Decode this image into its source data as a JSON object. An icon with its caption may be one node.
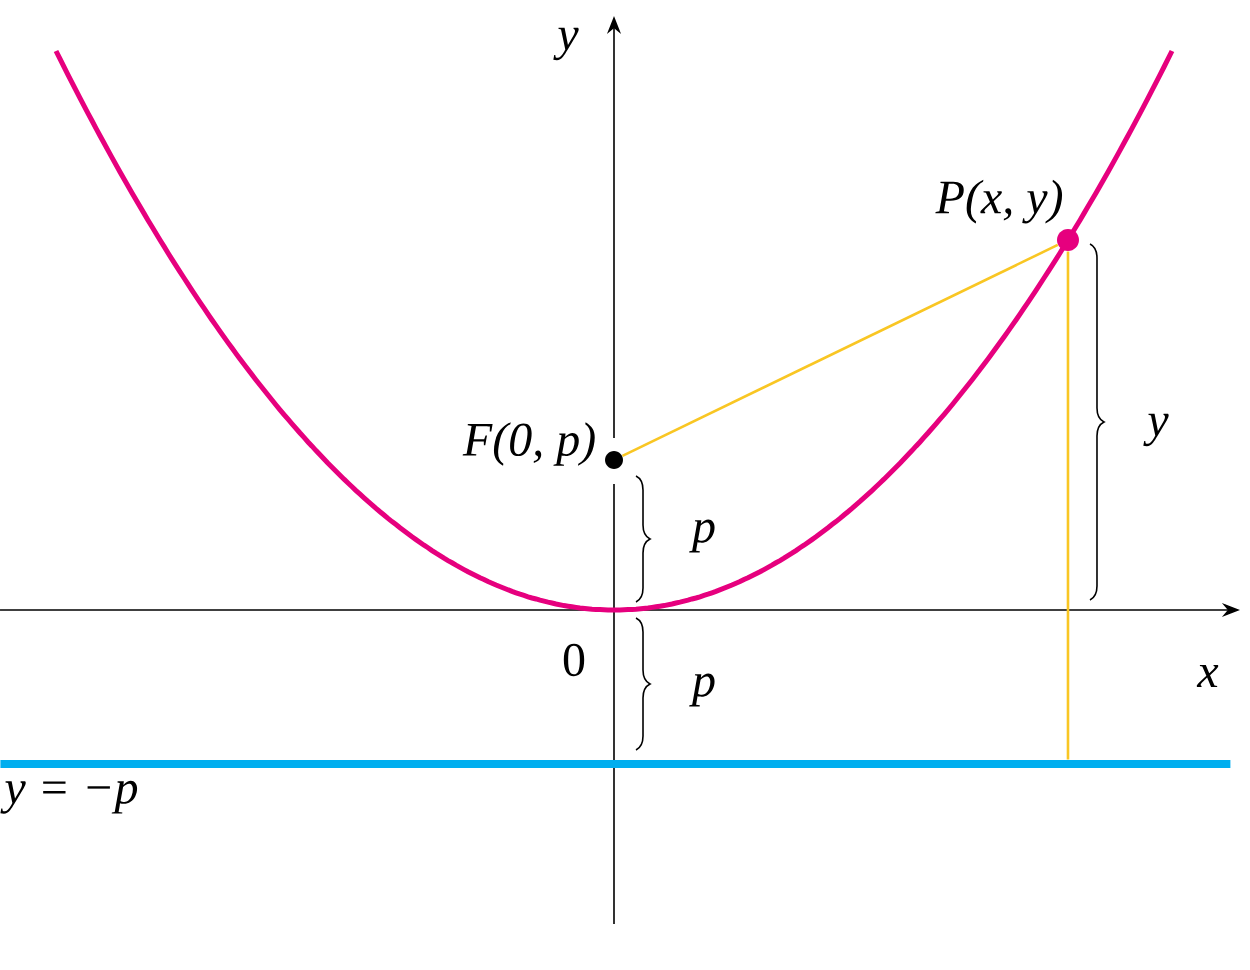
{
  "diagram": {
    "nodes": [
      {
        "text": [
          "F(0, p)"
        ]
      },
      {
        "text": [
          "P(x, y)"
        ]
      },
      {
        "text": [
          "y = −p"
        ]
      }
    ],
    "edges": [
      {
        "from": 0,
        "to": 1,
        "arrow": "none"
      },
      {
        "from": 1,
        "to": 2,
        "arrow": "none"
      }
    ],
    "labels": [
      "y",
      "x",
      "0",
      "p",
      "p",
      "y"
    ]
  }
}
